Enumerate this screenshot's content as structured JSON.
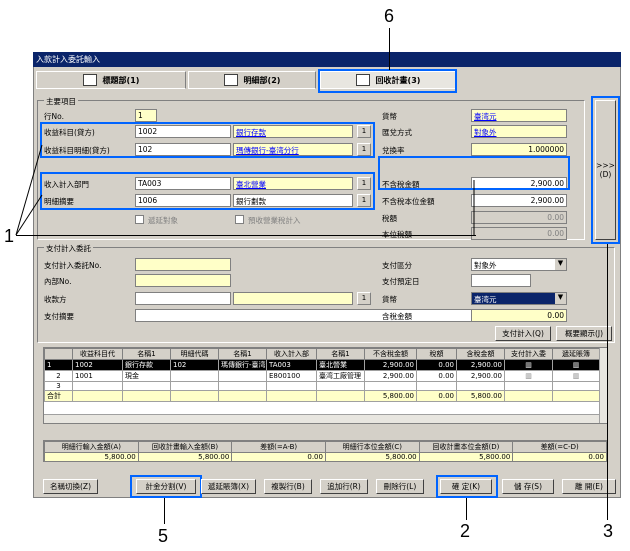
{
  "window": {
    "title": "入款計入委託輸入"
  },
  "tabs": [
    {
      "label": "標題部(1)",
      "icon": "book-icon"
    },
    {
      "label": "明細部(2)",
      "icon": "document-icon"
    },
    {
      "label": "回收計畫(3)",
      "icon": "form-icon"
    }
  ],
  "main": {
    "section_title": "主要項目",
    "row_no_label": "行No.",
    "row_no_value": "1",
    "income_subject_label": "收益科目(貸方)",
    "income_subject_code": "1002",
    "income_subject_name": "銀行存款",
    "income_detail_label": "收益科目明細(貸方)",
    "income_detail_code": "102",
    "income_detail_name": "瑪傳銀行-臺湾分行",
    "dept_label": "收入計入部門",
    "dept_code": "TA003",
    "dept_name": "臺北營業",
    "summary_label": "明細摘要",
    "summary_code": "1006",
    "summary_name": "銀行劃款",
    "defer_label": "遞延對象",
    "prepay_label": "預收營業稅計入",
    "currency_label": "貨幣",
    "currency_value": "臺湾元",
    "remit_label": "匯兌方式",
    "remit_value": "對象外",
    "rate_label": "兌換率",
    "rate_value": "1.000000",
    "pretax_label": "不含稅金額",
    "pretax_value": "2,900.00",
    "pretax_local_label": "不含稅本位金額",
    "pretax_local_value": "2,900.00",
    "tax_label": "稅額",
    "tax_value": "0.00",
    "tax_local_label": "本位稅額",
    "tax_local_value": "0.00",
    "side_button": ">>>",
    "side_button_key": "(D)"
  },
  "payment": {
    "section_title": "支付計入委託",
    "no_label": "支付計入委託No.",
    "internal_label": "內部No.",
    "payee_label": "收款方",
    "summary_label": "支付摘要",
    "type_label": "支付區分",
    "type_value": "對象外",
    "date_label": "支付預定日",
    "currency_label": "貨幣",
    "currency_value": "臺湾元",
    "taxincl_label": "含稅金額",
    "taxincl_value": "0.00",
    "pay_button": "支付計入(Q)",
    "summary_button": "概要顯示(J)"
  },
  "grid": {
    "columns": [
      "收益科目代",
      "名稱1",
      "明細代碼",
      "名稱1",
      "收入計入部",
      "名稱1",
      "不含稅金額",
      "稅額",
      "含稅金額",
      "支付計入委",
      "遞延賬簿"
    ],
    "rows": [
      {
        "no": "1",
        "cells": [
          "1002",
          "銀行存款",
          "102",
          "瑪傳銀行-臺湾",
          "TA003",
          "臺北營業",
          "2,900.00",
          "0.00",
          "2,900.00"
        ]
      },
      {
        "no": "2",
        "cells": [
          "1001",
          "現金",
          "",
          "",
          "E800100",
          "臺湾工廠管理",
          "2,900.00",
          "0.00",
          "2,900.00"
        ]
      },
      {
        "no": "3",
        "cells": [
          "",
          "",
          "",
          "",
          "",
          "",
          "",
          "",
          ""
        ]
      }
    ],
    "total_label": "合計",
    "total_pretax": "5,800.00",
    "total_tax": "0.00",
    "total_incl": "5,800.00"
  },
  "summary": {
    "headers": [
      "明細行輸入金額(A)",
      "回收計畫輸入金額(B)",
      "差額(=A-B)",
      "明細行本位金額(C)",
      "回收計畫本位金額(D)",
      "差額(=C-D)"
    ],
    "values": [
      "5,800.00",
      "5,800.00",
      "0.00",
      "5,800.00",
      "5,800.00",
      "0.00"
    ]
  },
  "toolbar": {
    "name_switch": "名稱切換(Z)",
    "split": "計金分割(V)",
    "defer": "遞延賬簿(X)",
    "copy_row": "複製行(B)",
    "add_row": "追加行(R)",
    "delete_row": "刪除行(L)",
    "confirm": "確 定(K)",
    "save": "儲 存(S)",
    "close": "離 開(E)"
  },
  "callouts": [
    "1",
    "2",
    "3",
    "5",
    "6"
  ]
}
